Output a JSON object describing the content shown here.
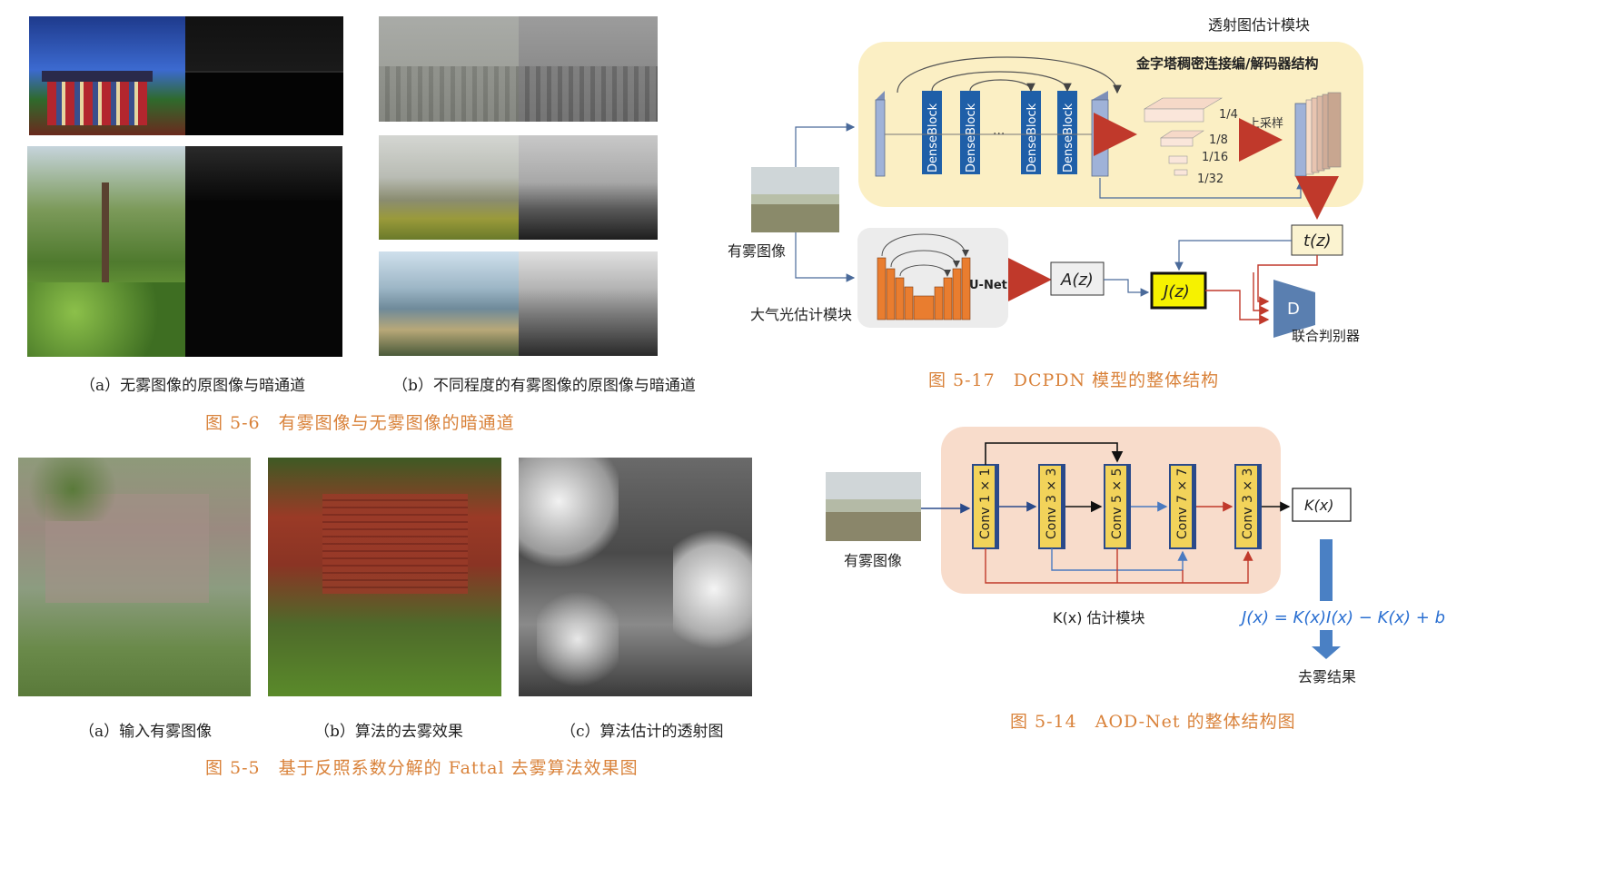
{
  "fig56": {
    "sub_a": "（a）无雾图像的原图像与暗通道",
    "sub_b": "（b）不同程度的有雾图像的原图像与暗通道",
    "caption": "图 5-6　有雾图像与无雾图像的暗通道"
  },
  "fig55": {
    "sub_a": "（a）输入有雾图像",
    "sub_b": "（b）算法的去雾效果",
    "sub_c": "（c）算法估计的透射图",
    "caption": "图 5-5　基于反照系数分解的 Fattal 去雾算法效果图"
  },
  "fig517": {
    "module_title": "透射图估计模块",
    "pyramid_title": "金字塔稠密连接编/解码器结构",
    "dense_label": "DenseBlock",
    "ellipsis": "···",
    "scales": [
      "1/4",
      "1/8",
      "1/16",
      "1/32"
    ],
    "upsample": "上采样",
    "tz": "t(z)",
    "az": "A(z)",
    "jz": "J(z)",
    "unet": "U-Net",
    "d": "D",
    "discriminator": "联合判别器",
    "hazy": "有雾图像",
    "atmo": "大气光估计模块",
    "caption": "图 5-17　DCPDN 模型的整体结构"
  },
  "fig514": {
    "hazy": "有雾图像",
    "convs": [
      "Conv 1 × 1",
      "Conv 3 × 3",
      "Conv 5 × 5",
      "Conv 7 × 7",
      "Conv 3 × 3"
    ],
    "kx": "K(x)",
    "module": "K(x) 估计模块",
    "formula": "J(x) = K(x)I(x) − K(x) + b",
    "result": "去雾结果",
    "caption": "图 5-14　AOD-Net 的整体结构图"
  },
  "colors": {
    "caption": "#d9823a",
    "dense_blue": "#1f5fa8",
    "conv_yellow": "#f2d35a",
    "red_arrow": "#c0392b",
    "formula_blue": "#2a6fd1"
  }
}
